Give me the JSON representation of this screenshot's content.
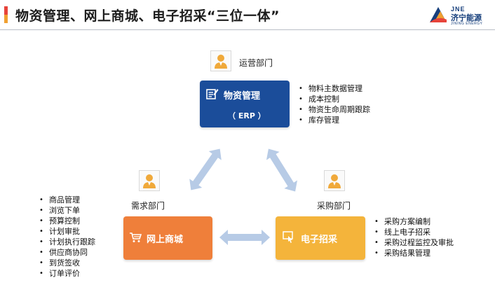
{
  "header": {
    "title": "物资管理、网上商城、电子招采“三位一体”",
    "logo": {
      "brand": "JNE",
      "name_cn": "济宁能源",
      "name_en": "JINING ENERGY"
    }
  },
  "departments": {
    "operations": "运营部门",
    "demand": "需求部门",
    "procurement": "采购部门"
  },
  "boxes": {
    "erp": {
      "label": "物资管理",
      "sub": "（ ERP ）",
      "icon": "edit-note-icon"
    },
    "mall": {
      "label": "网上商城",
      "icon": "shopping-cart-icon"
    },
    "bidding": {
      "label": "电子招采",
      "icon": "touch-screen-icon"
    }
  },
  "lists": {
    "erp": [
      "物料主数据管理",
      "成本控制",
      "物资生命周期跟踪",
      "库存管理"
    ],
    "mall": [
      "商品管理",
      "浏览下单",
      "预算控制",
      "计划审批",
      "计划执行跟踪",
      "供应商协同",
      "到货签收",
      "订单评价"
    ],
    "bidding": [
      "采购方案编制",
      "线上电子招采",
      "采购过程监控及审批",
      "采购结果管理"
    ]
  },
  "colors": {
    "erp": "#1b4d9a",
    "mall": "#ef7f3a",
    "bidding": "#f4b43b",
    "arrow": "#b7cbe6",
    "person": "#f0a93a"
  }
}
